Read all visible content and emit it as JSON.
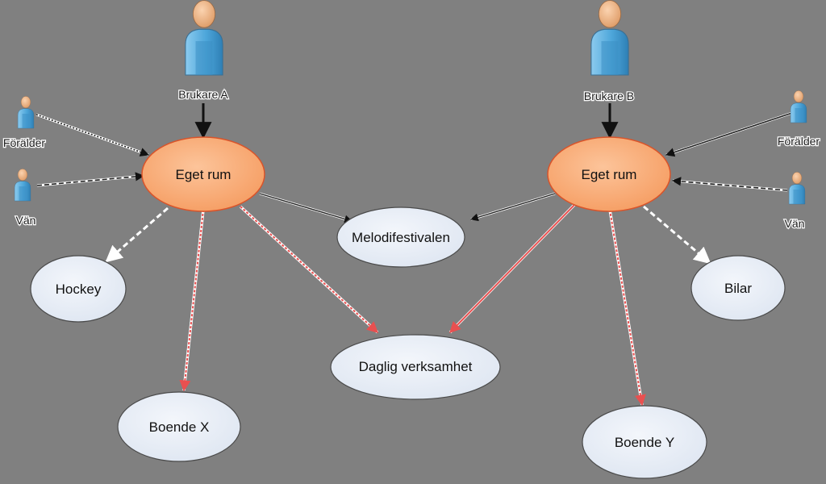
{
  "colors": {
    "background": "#808080",
    "hub_fill": "#F6A970",
    "hub_stroke": "#D9542A",
    "topic_fill": "#E8EEF7",
    "topic_stroke": "#4a4a4a",
    "edge_black": "#111111",
    "edge_dark": "#222222",
    "edge_red": "#E85050",
    "person_body": "#5FB3E0",
    "person_head": "#F0B78A"
  },
  "people": {
    "user_a": "Brukare A",
    "user_b": "Brukare B",
    "parent_left": "Förälder",
    "friend_left": "Vän",
    "parent_right": "Förälder",
    "friend_right": "Vän"
  },
  "hubs": {
    "left": "Eget rum",
    "right": "Eget rum"
  },
  "topics": {
    "melodifestivalen": "Melodifestivalen",
    "hockey": "Hockey",
    "bilar": "Bilar",
    "daglig": "Daglig verksamhet",
    "boende_x": "Boende X",
    "boende_y": "Boende Y"
  },
  "icons": {
    "person": "user-icon"
  }
}
